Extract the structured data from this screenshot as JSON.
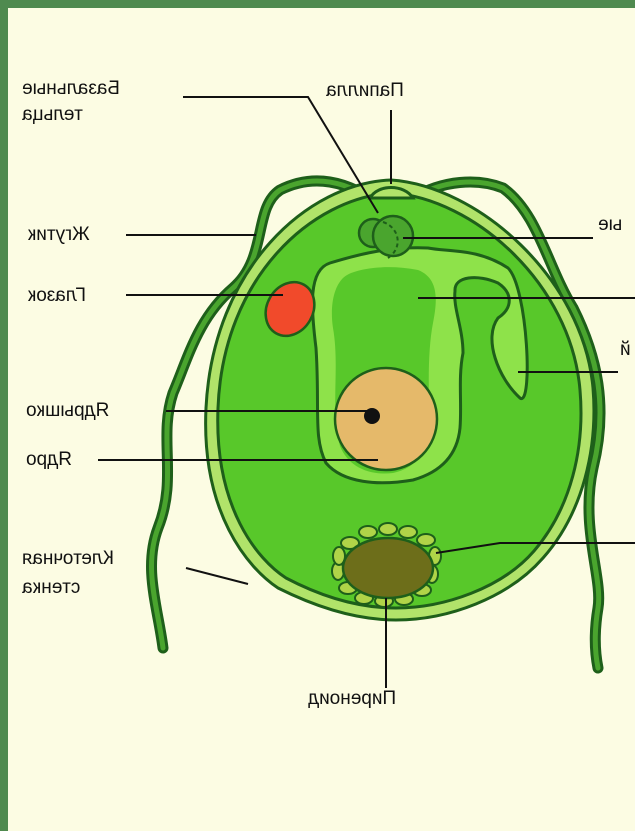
{
  "colors": {
    "background_border": "#4f8a4f",
    "canvas": "#fcfce3",
    "cell_wall": "#b1e36a",
    "cytoplasm": "#58c82a",
    "vacuole": "#8ee24a",
    "outline": "#1e5f1a",
    "eyespot": "#f14a2b",
    "nucleus": "#e5b96a",
    "pyrenoid": "#6d6e1a",
    "starch_grains": "#b0d448"
  },
  "labels": {
    "basal_bodies_line1": "Базальные",
    "basal_bodies_line2": "тельца",
    "papilla": "Папилла",
    "flagellum": "Жгутик",
    "eyespot": "Глазок",
    "nucleolus": "Ядрышко",
    "nucleus": "Ядро",
    "cell_wall_line1": "Клеточная",
    "cell_wall_line2": "стенка",
    "pyrenoid": "Пиреноид",
    "cut_right_1": "ые",
    "cut_right_2": "й"
  }
}
